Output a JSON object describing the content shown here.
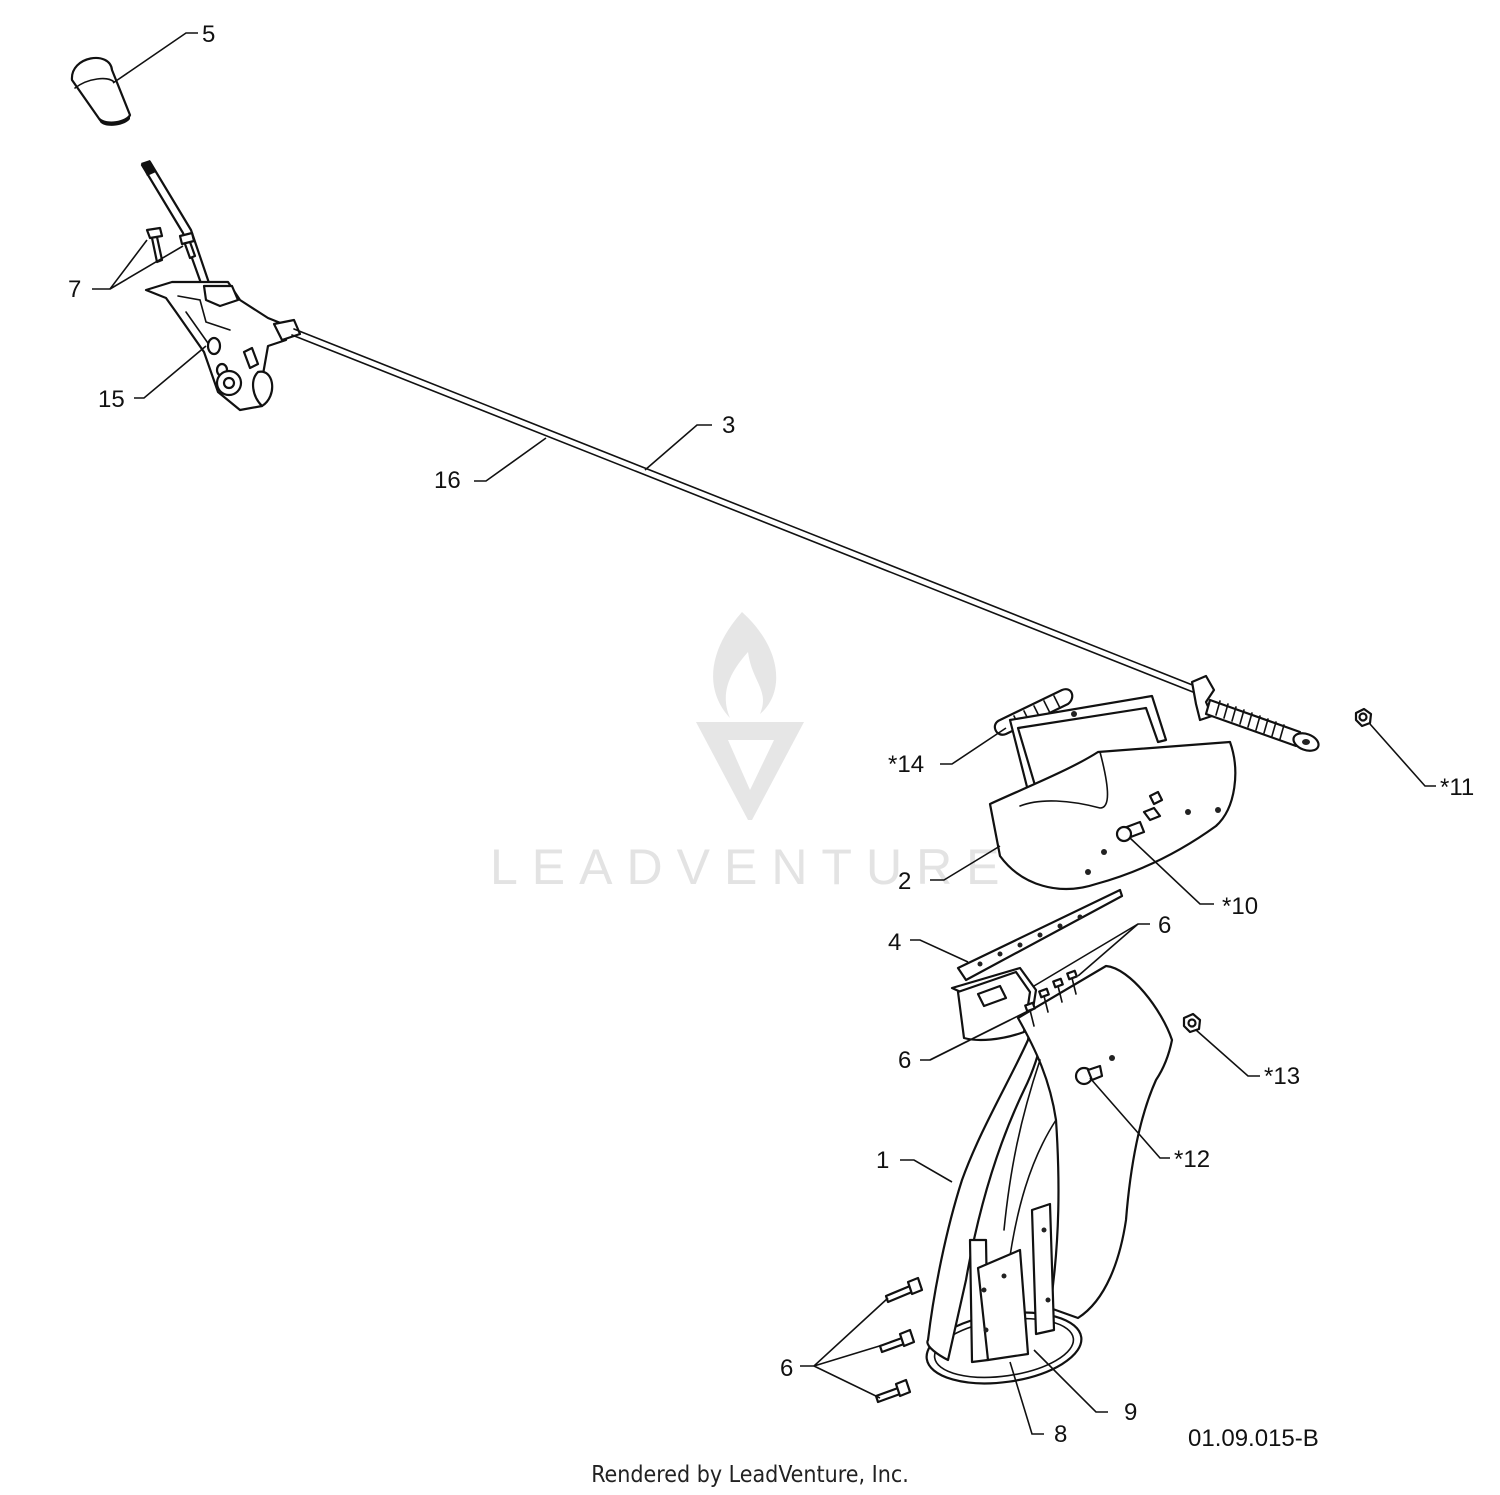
{
  "callouts": {
    "c5": "5",
    "c7": "7",
    "c15": "15",
    "c3": "3",
    "c16": "16",
    "c14": "*14",
    "c11": "*11",
    "c2": "2",
    "c10": "*10",
    "c4": "4",
    "c6_top": "6",
    "c6_mid": "6",
    "c13": "*13",
    "c12": "*12",
    "c1": "1",
    "c6_bottom": "6",
    "c9": "9",
    "c8": "8"
  },
  "drawing_number": "01.09.015-B",
  "footer": "Rendered by LeadVenture, Inc.",
  "watermark": {
    "text": "LEADVENTURE",
    "logo": "flame-v-logo-icon"
  }
}
